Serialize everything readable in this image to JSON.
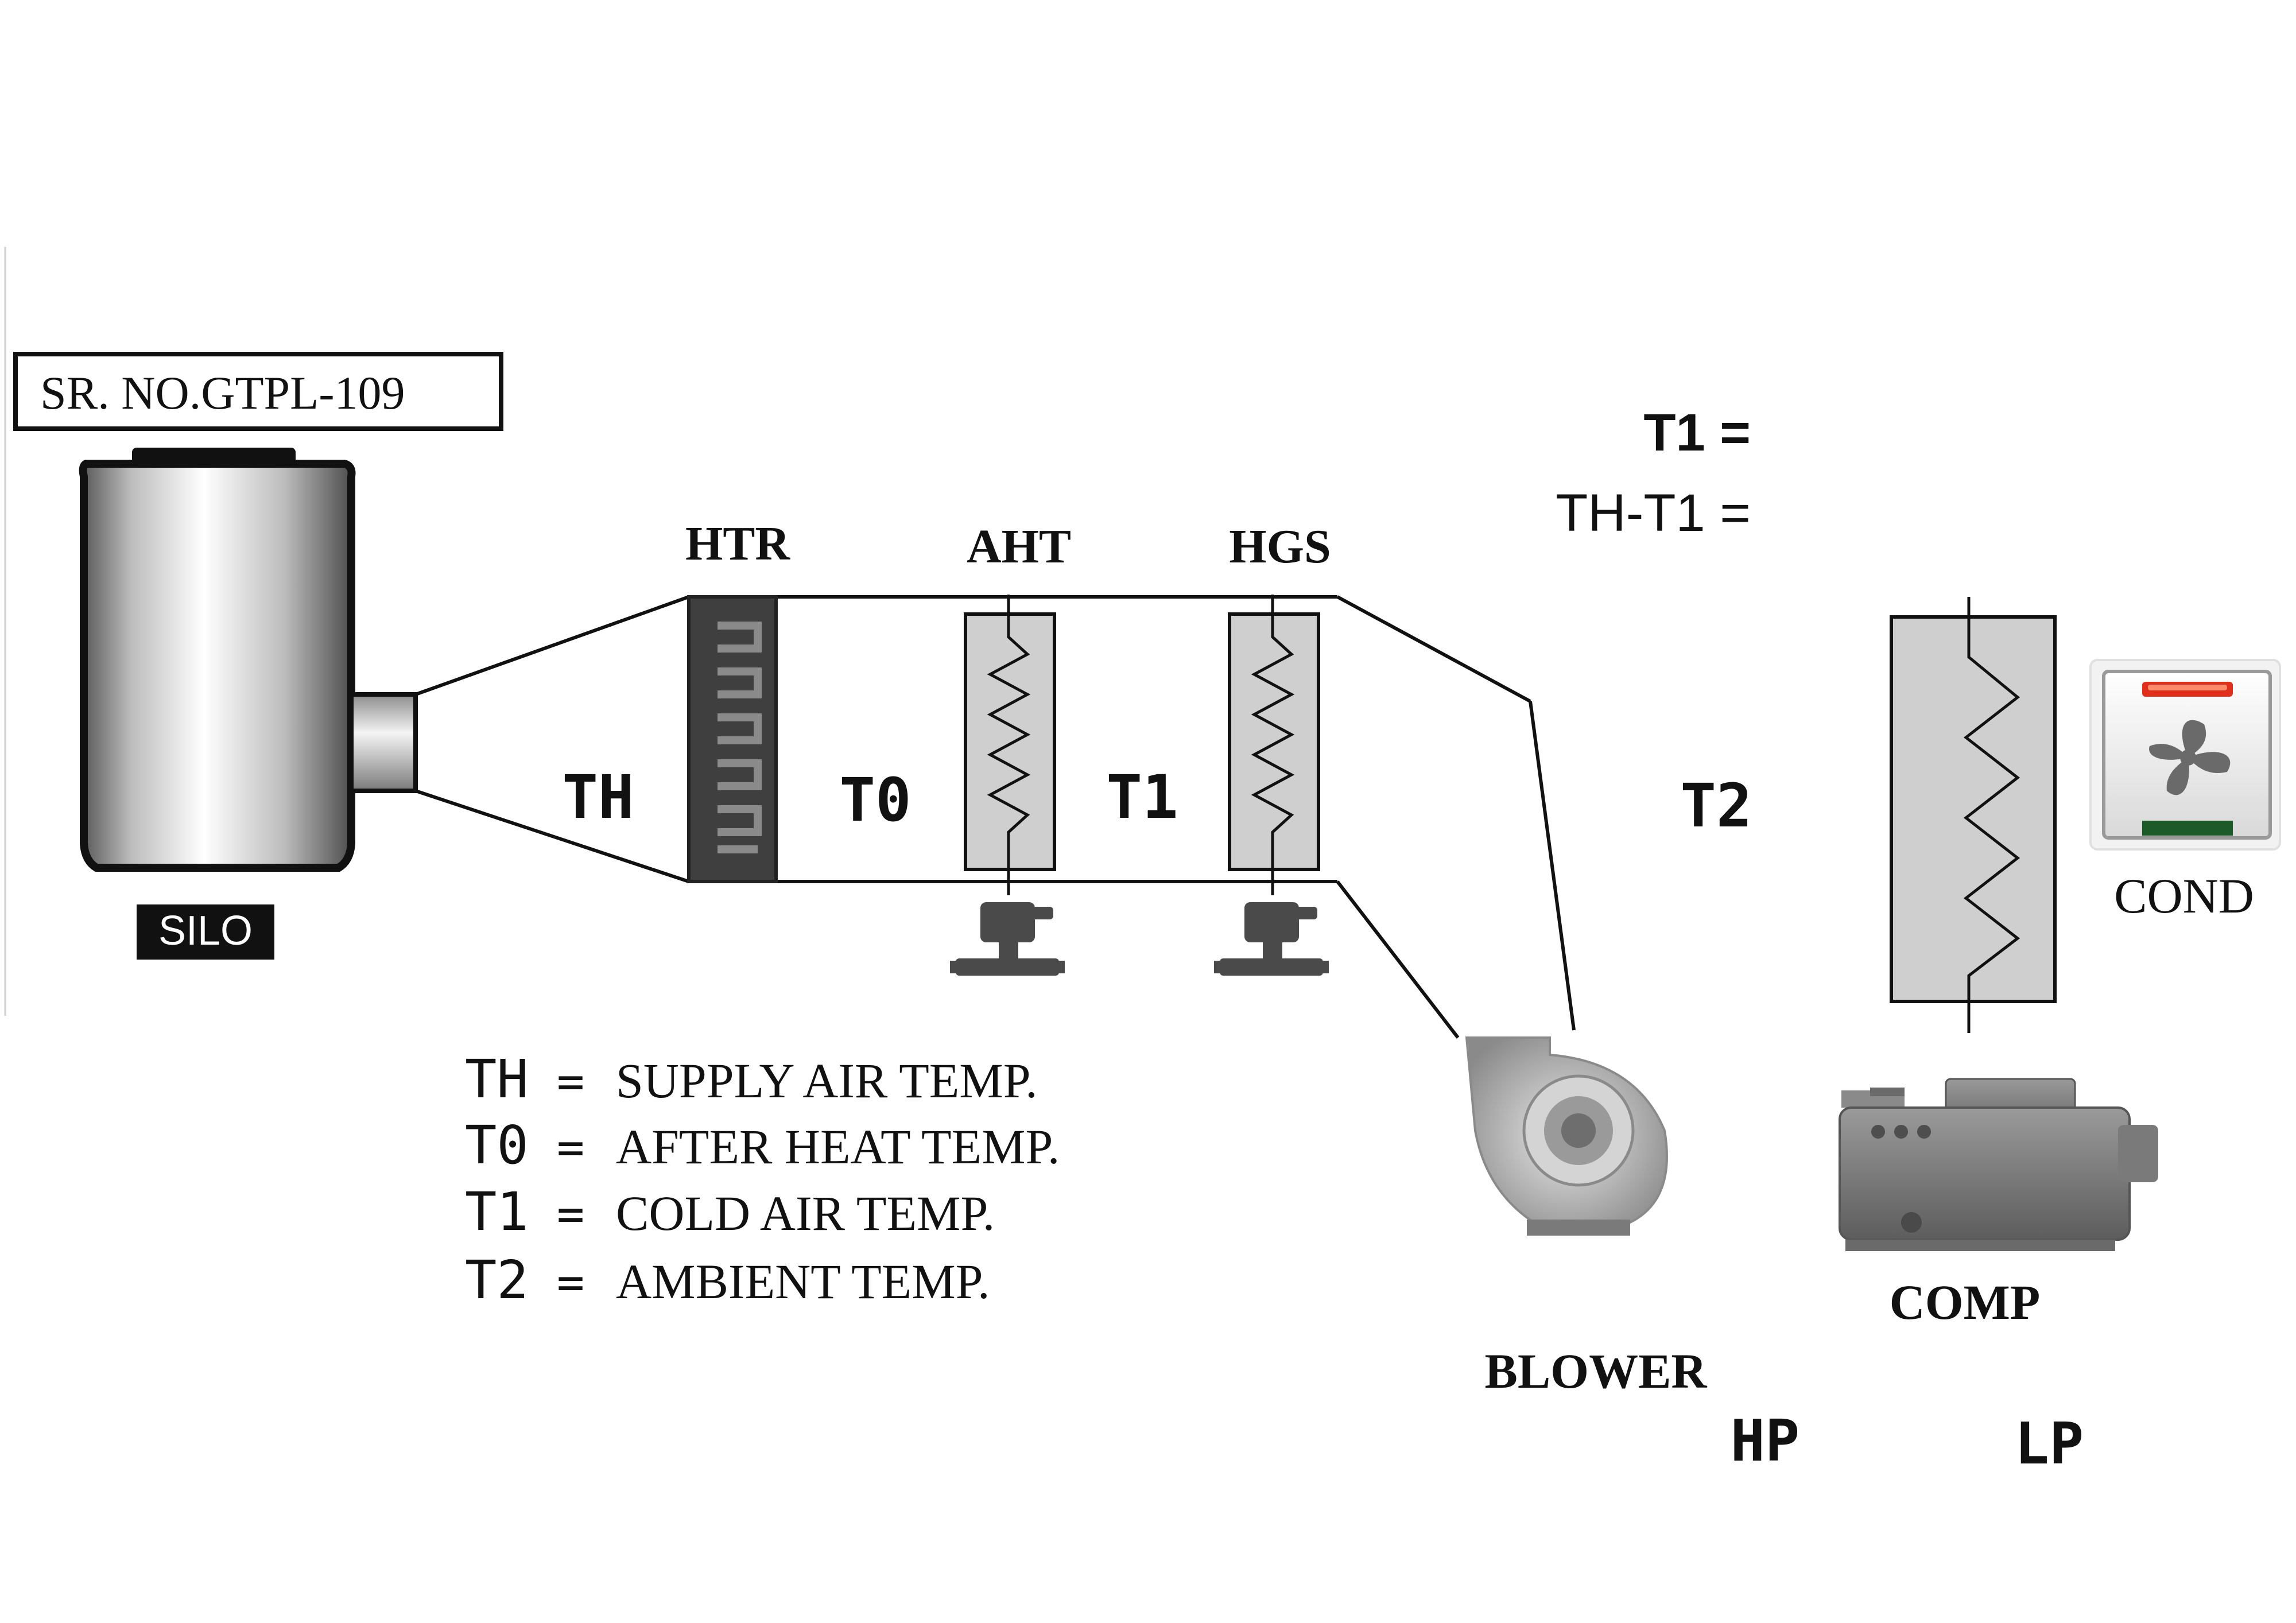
{
  "serial_box": {
    "text": "SR. NO.GTPL-109"
  },
  "silo": {
    "label": "SILO"
  },
  "components": {
    "heater": "HTR",
    "after_heater": "AHT",
    "hot_gas": "HGS",
    "blower": "BLOWER",
    "compressor": "COMP",
    "condenser": "COND"
  },
  "sensors": {
    "th": "TH",
    "t0": "T0",
    "t1": "T1",
    "t2": "T2"
  },
  "readouts": {
    "t1_label": "T1 =",
    "th_t1_label": "TH-T1 ="
  },
  "pressures": {
    "hp": "HP",
    "lp": "LP"
  },
  "legend": [
    {
      "key": "TH",
      "eq": "=",
      "desc": "SUPPLY AIR TEMP."
    },
    {
      "key": "T0",
      "eq": "=",
      "desc": "AFTER HEAT TEMP."
    },
    {
      "key": "T1",
      "eq": "=",
      "desc": "COLD AIR TEMP."
    },
    {
      "key": "T2",
      "eq": "=",
      "desc": "AMBIENT TEMP."
    }
  ],
  "colors": {
    "line": "#111111",
    "coil_fill": "#cfcfcf",
    "heater_dark": "#3c3c3c",
    "cond_red": "#e0301c",
    "cond_green": "#1d5a2a"
  },
  "icons": [
    "silo-tank-icon",
    "heater-coil-icon",
    "solenoid-valve-icon",
    "blower-fan-icon",
    "compressor-icon",
    "condenser-fan-icon"
  ]
}
